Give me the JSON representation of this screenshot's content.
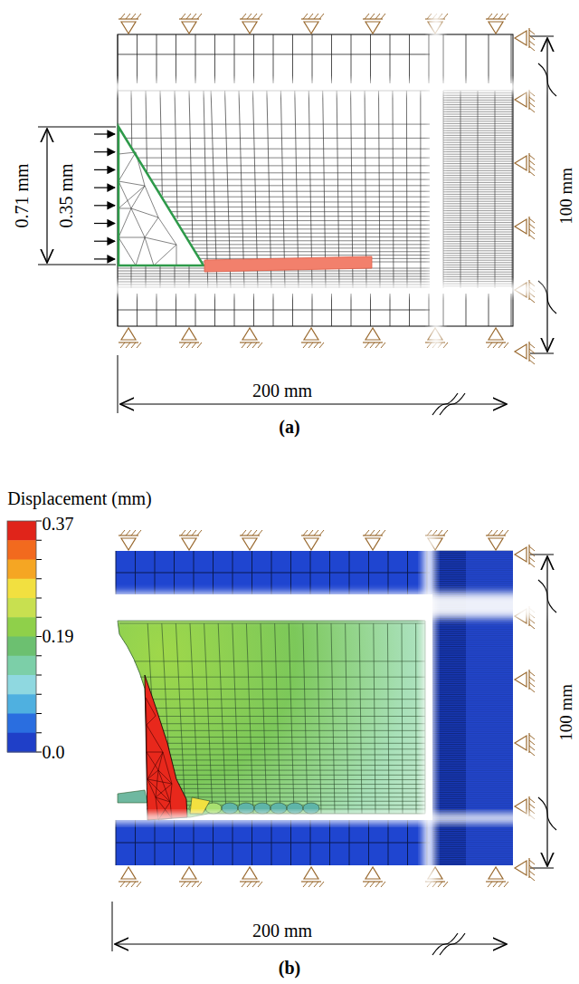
{
  "diagram": {
    "labels": [
      "0.71 mm",
      "0.35 mm",
      "100 mm",
      "200 mm",
      "(a)",
      "Displacement (mm)",
      "0.37",
      "0.19",
      "0.0",
      "100 mm",
      "200 mm",
      "(b)"
    ]
  }
}
